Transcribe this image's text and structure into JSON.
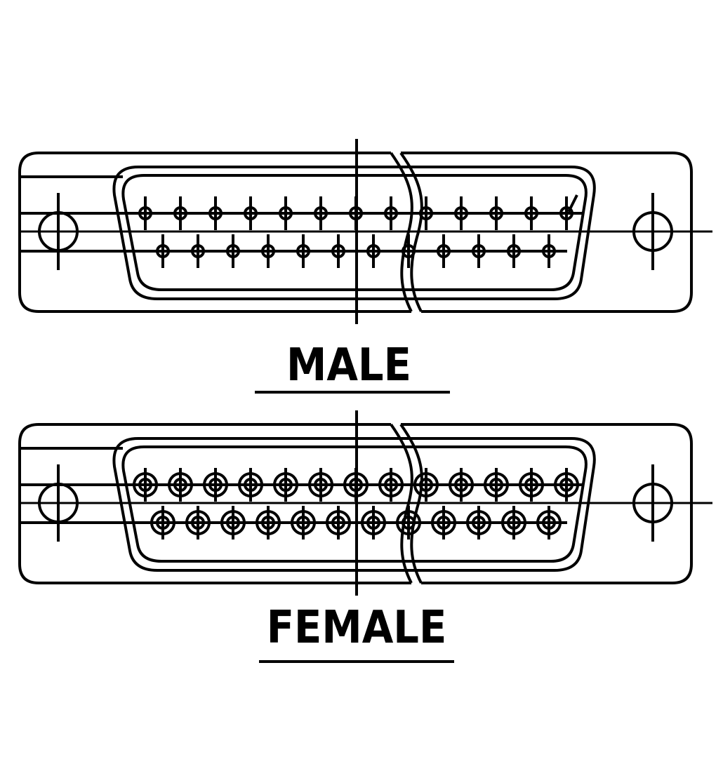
{
  "labels": {
    "male": "MALE",
    "female": "FEMALE"
  },
  "connectors": [
    {
      "name": "male",
      "pin_type": "pin",
      "row_counts": [
        13,
        12
      ]
    },
    {
      "name": "female",
      "pin_type": "socket",
      "row_counts": [
        13,
        12
      ]
    }
  ],
  "colors": {
    "ink": "#000000",
    "background": "#ffffff"
  }
}
